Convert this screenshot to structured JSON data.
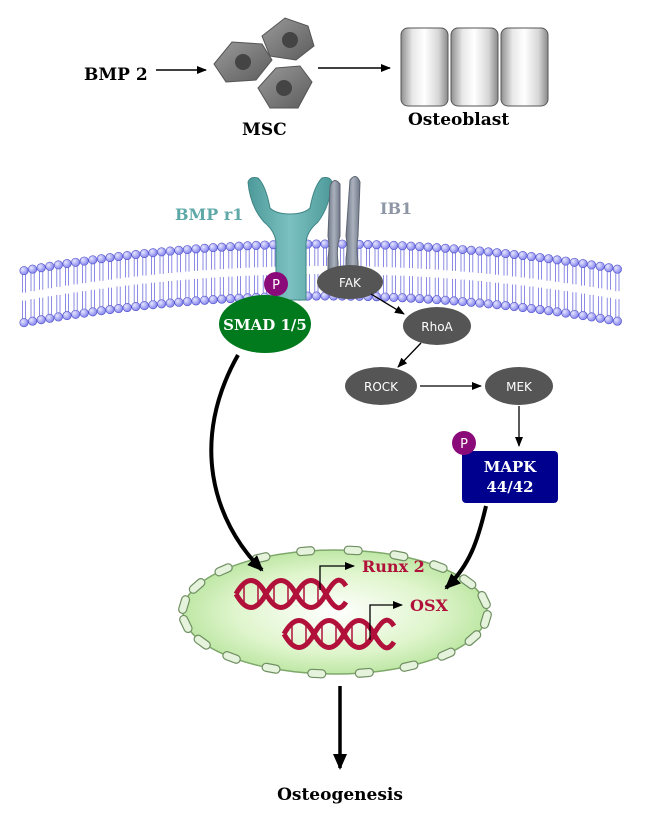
{
  "top": {
    "bmp2": "BMP 2",
    "msc": "MSC",
    "osteoblast": "Osteoblast"
  },
  "membrane": {
    "bmp_receptor": "BMP r1",
    "integrin": "IB1"
  },
  "nodes": {
    "phospho_smad": "P",
    "smad": "SMAD 1/5",
    "fak": "FAK",
    "rhoa": "RhoA",
    "rock": "ROCK",
    "mek": "MEK",
    "phospho_mapk": "P",
    "mapk_line1": "MAPK",
    "mapk_line2": "44/42"
  },
  "nucleus": {
    "runx2": "Runx 2",
    "osx": "OSX"
  },
  "outcome": "Osteogenesis",
  "colors": {
    "receptor": "#5fa8a8",
    "integrin": "#8e96a5",
    "smad": "#007a1c",
    "node_gray": "#555555",
    "mapk": "#00008f",
    "phospho": "#8b0a7a",
    "gene": "#b0103a",
    "membrane_head": "#8c8cf0",
    "nucleus_fill": "#cfeeb9"
  }
}
